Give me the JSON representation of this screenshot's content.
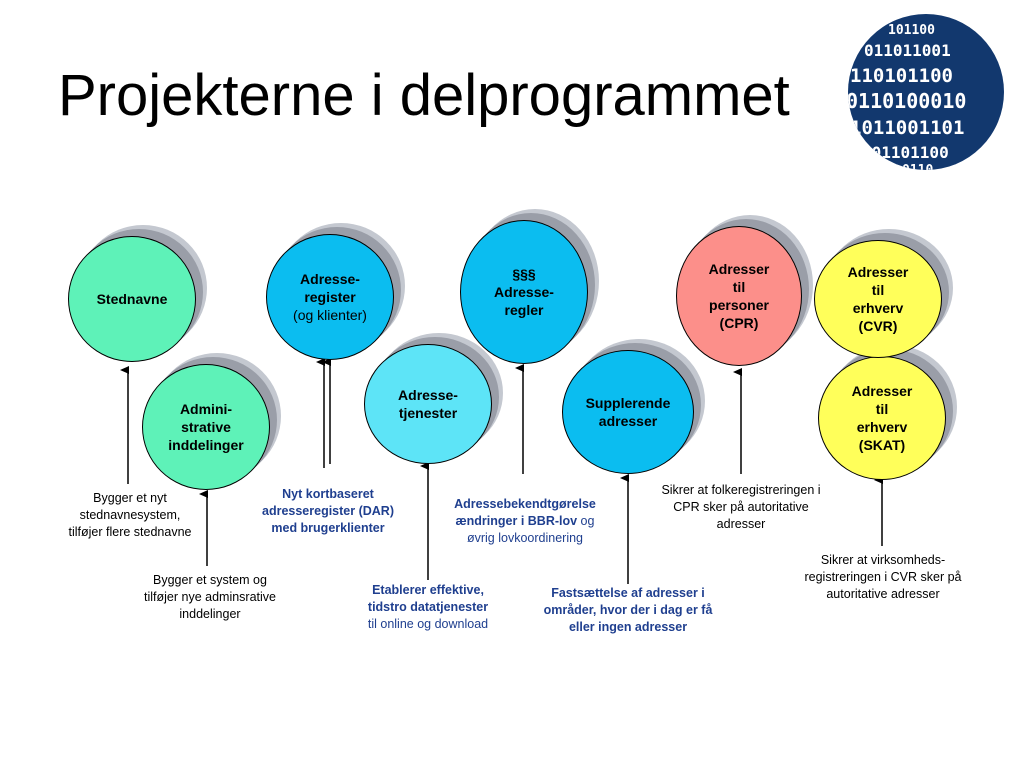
{
  "title": "Projekterne i delprogrammet",
  "logo": {
    "rows": [
      "101100",
      "011011001",
      "110101100",
      "0110100010",
      "1011001101",
      "101101100",
      "0110"
    ]
  },
  "colors": {
    "green": "#5ef2b8",
    "blue": "#0bbdf0",
    "light_blue": "#5de4f7",
    "pink": "#fc8f8a",
    "yellow": "#ffff5a",
    "navy_text": "#1f3f8f",
    "logo_bg": "#12386e"
  },
  "circles": {
    "stednavne": [
      "Stednavne"
    ],
    "admin": [
      "Admini-",
      "strative",
      "inddelinger"
    ],
    "adresseregister": [
      "Adresse-",
      "register"
    ],
    "adresseregister_sub": "(og klienter)",
    "adresseregler": [
      "§§§",
      "Adresse-",
      "regler"
    ],
    "adressetjenester": [
      "Adresse-",
      "tjenester"
    ],
    "supplerende": [
      "Supplerende",
      "adresser"
    ],
    "cpr": [
      "Adresser",
      "til",
      "personer",
      "(CPR)"
    ],
    "cvr": [
      "Adresser",
      "til",
      "erhverv",
      "(CVR)"
    ],
    "skat": [
      "Adresser",
      "til",
      "erhverv",
      "(SKAT)"
    ]
  },
  "notes": {
    "stednavne": [
      "Bygger et nyt",
      "stednavnesystem,",
      "tilføjer flere stednavne"
    ],
    "admin": [
      "Bygger et system og",
      "tilføjer nye adminsrative",
      "inddelinger"
    ],
    "dar": [
      "Nyt kortbaseret",
      "adresseregister (DAR)",
      "med brugerklienter"
    ],
    "tjenester_bold": [
      "Etablerer effektive,",
      "tidstro  datatjenester"
    ],
    "tjenester_plain": "til online og download",
    "regler_bold1": "Adressebekendtgørelse",
    "regler_bold2": "ændringer i BBR-lov",
    "regler_plain2": " og",
    "regler_plain3": "øvrig lovkoordinering",
    "supplerende": [
      "Fastsættelse af adresser i",
      "områder, hvor der i dag er få",
      "eller ingen adresser"
    ],
    "cpr": [
      "Sikrer at folkeregistreringen i",
      "CPR sker på autoritative",
      "adresser"
    ],
    "cvr": [
      "Sikrer at virksomheds-",
      "registreringen i CVR sker på",
      "autoritative adresser"
    ]
  }
}
